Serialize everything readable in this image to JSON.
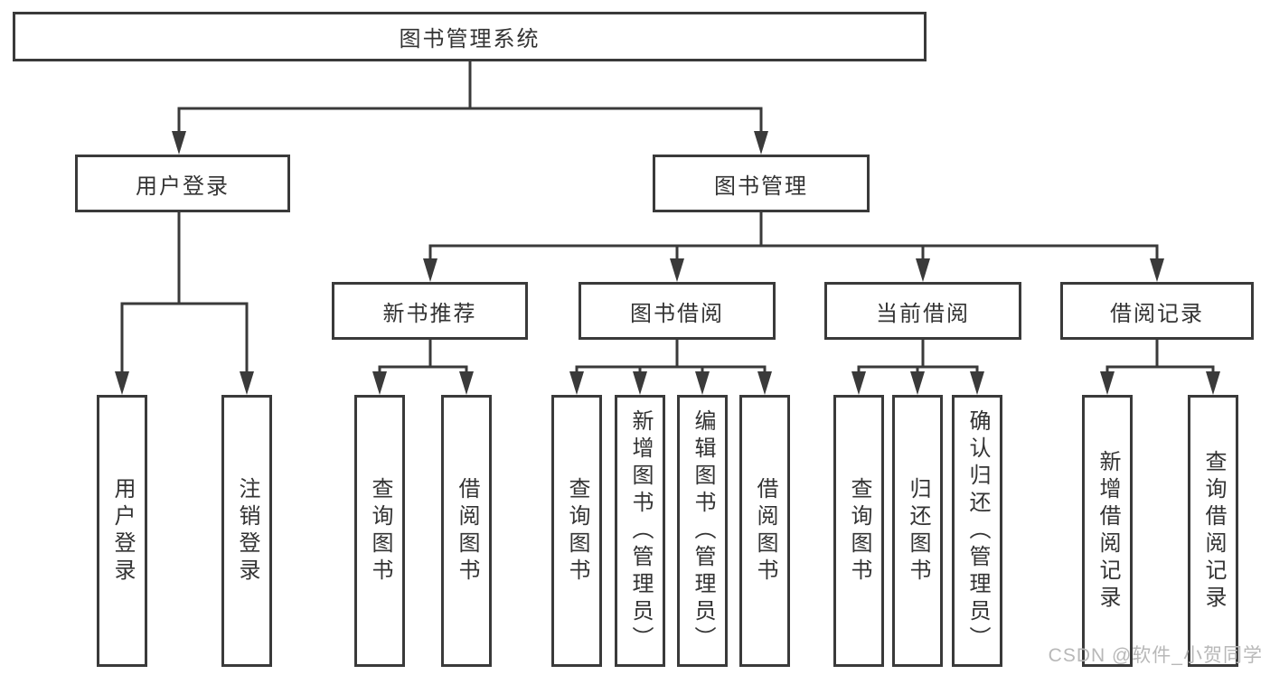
{
  "tree": {
    "label": "图书管理系统",
    "children": [
      {
        "label": "用户登录",
        "children": [
          {
            "label": "用户登录"
          },
          {
            "label": "注销登录"
          }
        ]
      },
      {
        "label": "图书管理",
        "children": [
          {
            "label": "新书推荐",
            "children": [
              {
                "label": "查询图书"
              },
              {
                "label": "借阅图书"
              }
            ]
          },
          {
            "label": "图书借阅",
            "children": [
              {
                "label": "查询图书"
              },
              {
                "label": "新增图书（管理员）"
              },
              {
                "label": "编辑图书（管理员）"
              },
              {
                "label": "借阅图书"
              }
            ]
          },
          {
            "label": "当前借阅",
            "children": [
              {
                "label": "查询图书"
              },
              {
                "label": "归还图书"
              },
              {
                "label": "确认归还（管理员）"
              }
            ]
          },
          {
            "label": "借阅记录",
            "children": [
              {
                "label": "新增借阅记录"
              },
              {
                "label": "查询借阅记录"
              }
            ]
          }
        ]
      }
    ]
  },
  "watermark": {
    "text": "CSDN @软件_小贺同学",
    "color": "#b8b8b8"
  },
  "colors": {
    "line": "#3a3a3a",
    "text": "#333333",
    "background": "#ffffff"
  }
}
